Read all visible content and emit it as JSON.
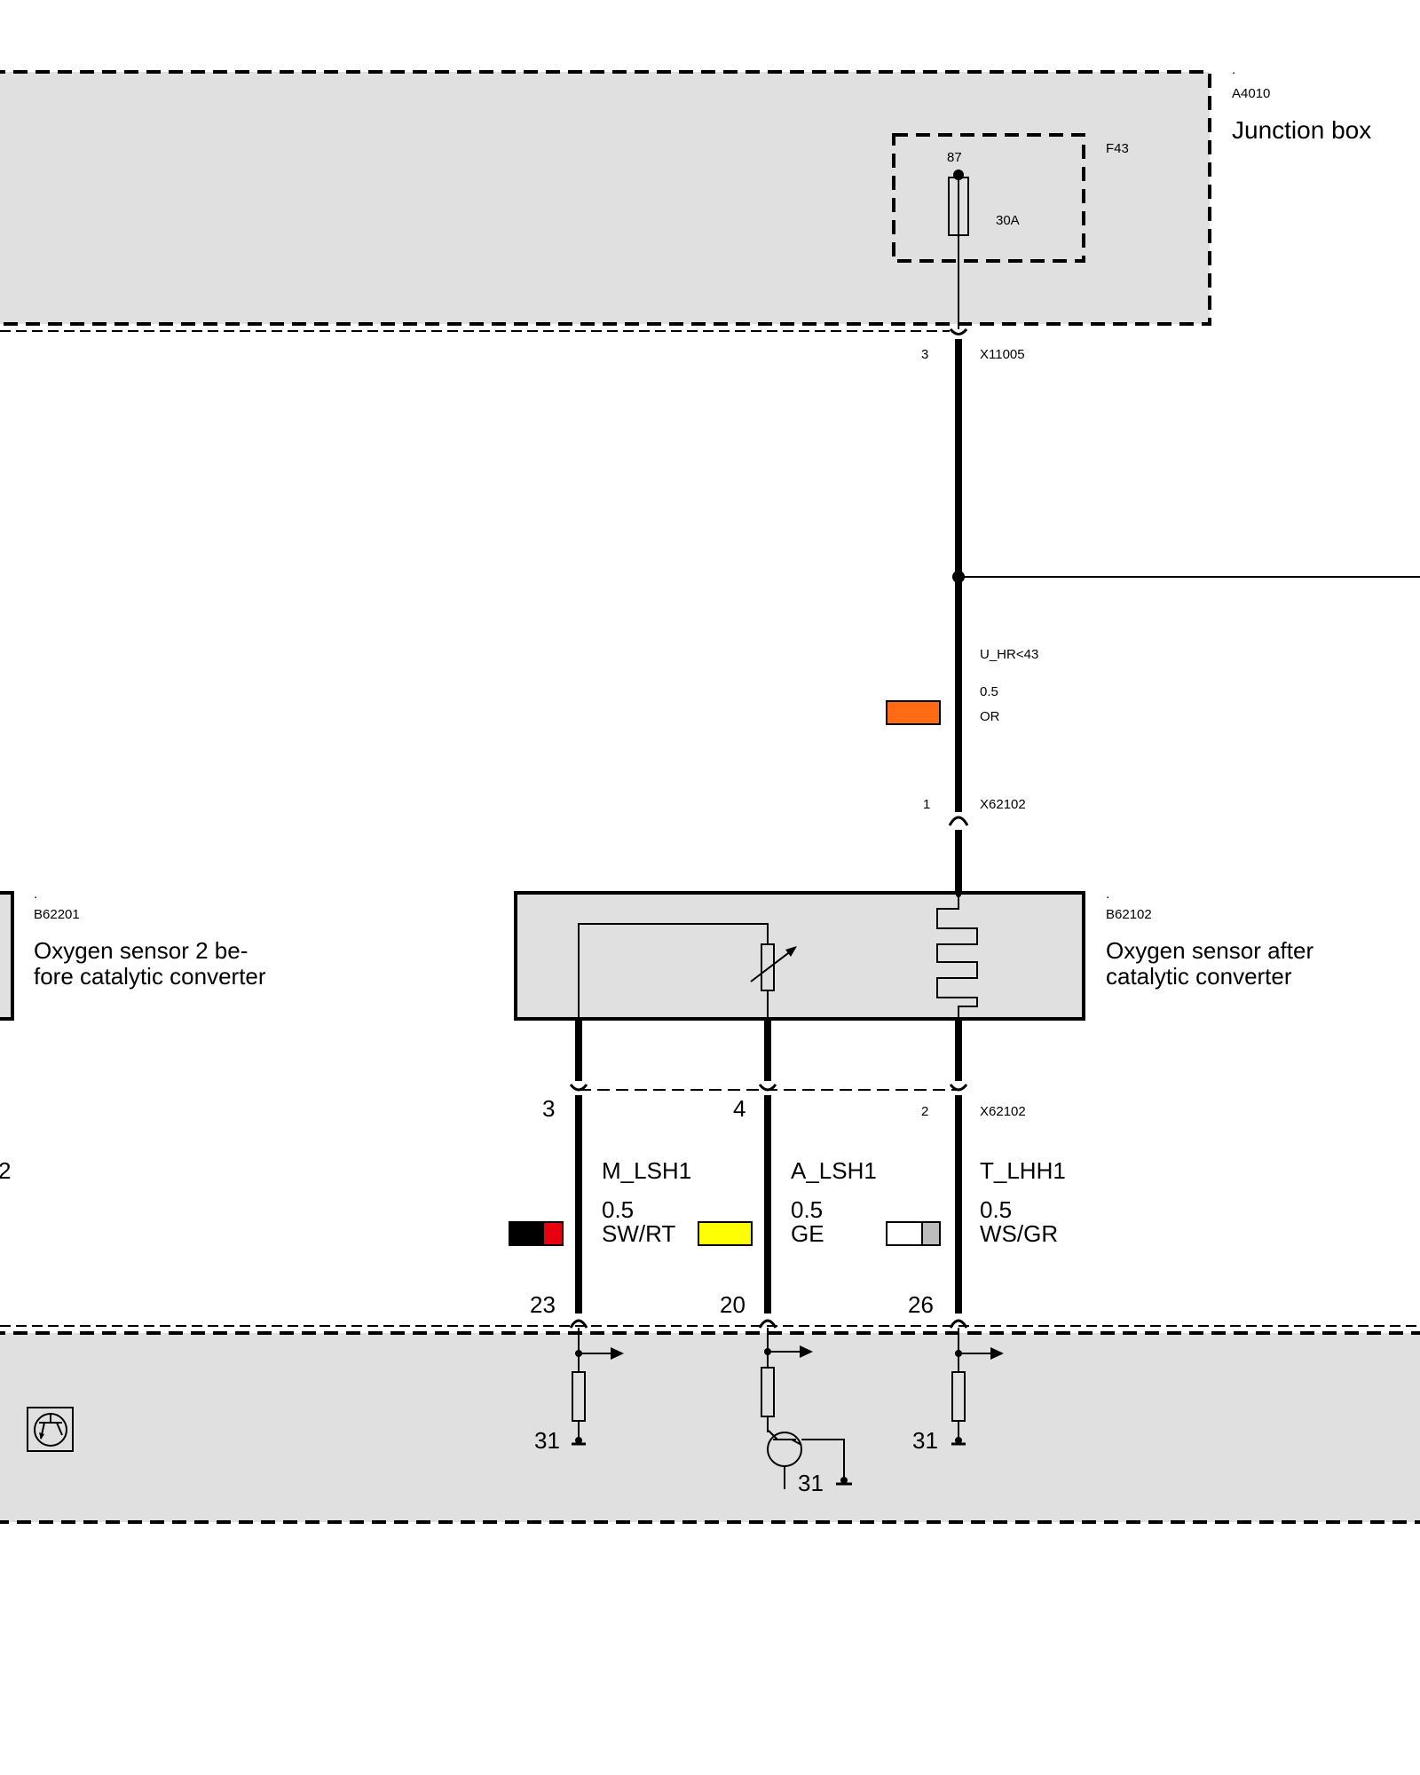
{
  "components": {
    "junction_box": {
      "dot": ".",
      "code": "A4010",
      "name": "Junction box"
    },
    "fuse": {
      "code": "F43",
      "pin": "87",
      "rating": "30A"
    },
    "sensor_before": {
      "dot": ".",
      "code": "B62201",
      "name_line1": "Oxygen sensor 2 be-",
      "name_line2": "fore catalytic converter"
    },
    "sensor_after": {
      "dot": ".",
      "code": "B62102",
      "name_line1": "Oxygen sensor after",
      "name_line2": "catalytic converter"
    }
  },
  "connectors": {
    "x11005": {
      "code": "X11005",
      "pin": "3"
    },
    "x62102_top": {
      "code": "X62102",
      "pin": "1"
    },
    "x62102_bottom": {
      "code": "X62102",
      "pins": [
        "3",
        "4",
        "2"
      ]
    }
  },
  "wires": {
    "supply": {
      "signal": "U_HR<43",
      "size": "0.5",
      "color_code": "OR",
      "swatch": [
        "#ff6a13"
      ]
    },
    "bottom": [
      {
        "signal": "M_LSH1",
        "size": "0.5",
        "color_code": "SW/RT",
        "ecu_pin": "23",
        "swatch": [
          "#000000",
          "#e8000f"
        ]
      },
      {
        "signal": "A_LSH1",
        "size": "0.5",
        "color_code": "GE",
        "ecu_pin": "20",
        "swatch": [
          "#ffff00"
        ]
      },
      {
        "signal": "T_LHH1",
        "size": "0.5",
        "color_code": "WS/GR",
        "ecu_pin": "26",
        "swatch": [
          "#ffffff",
          "#bdbdbd"
        ]
      }
    ]
  },
  "ecu": {
    "ground_labels": [
      "31",
      "31",
      "31"
    ],
    "edge_fragment": "2",
    "icon": "transistor-icon"
  },
  "colors": {
    "module_fill": "#e0e0e0",
    "line": "#000000"
  }
}
